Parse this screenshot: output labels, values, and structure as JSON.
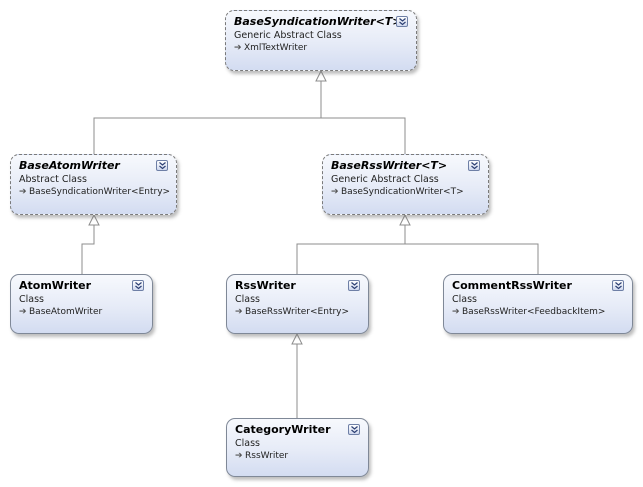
{
  "classes": [
    {
      "id": "base",
      "name": "BaseSyndicationWriter<T>",
      "kind": "Generic Abstract Class",
      "base": "XmlTextWriter",
      "abstract": true,
      "expand_icon": "double-chevron-down-icon"
    },
    {
      "id": "atom_base",
      "name": "BaseAtomWriter",
      "kind": "Abstract Class",
      "base": "BaseSyndicationWriter<Entry>",
      "abstract": true,
      "expand_icon": "double-chevron-down-icon"
    },
    {
      "id": "rss_base",
      "name": "BaseRssWriter<T>",
      "kind": "Generic Abstract Class",
      "base": "BaseSyndicationWriter<T>",
      "abstract": true,
      "expand_icon": "double-chevron-down-icon"
    },
    {
      "id": "atom",
      "name": "AtomWriter",
      "kind": "Class",
      "base": "BaseAtomWriter",
      "abstract": false,
      "expand_icon": "double-chevron-down-icon"
    },
    {
      "id": "rss",
      "name": "RssWriter",
      "kind": "Class",
      "base": "BaseRssWriter<Entry>",
      "abstract": false,
      "expand_icon": "double-chevron-down-icon"
    },
    {
      "id": "comment_rss",
      "name": "CommentRssWriter",
      "kind": "Class",
      "base": "BaseRssWriter<FeedbackItem>",
      "abstract": false,
      "expand_icon": "double-chevron-down-icon"
    },
    {
      "id": "category",
      "name": "CategoryWriter",
      "kind": "Class",
      "base": "RssWriter",
      "abstract": false,
      "expand_icon": "double-chevron-down-icon"
    }
  ],
  "inheritance": [
    {
      "child": "atom_base",
      "parent": "base"
    },
    {
      "child": "rss_base",
      "parent": "base"
    },
    {
      "child": "atom",
      "parent": "atom_base"
    },
    {
      "child": "rss",
      "parent": "rss_base"
    },
    {
      "child": "comment_rss",
      "parent": "rss_base"
    },
    {
      "child": "category",
      "parent": "rss"
    }
  ],
  "colors": {
    "line": "#8c8c8c",
    "abstract_border": "#7a7a7a",
    "concrete_border": "#7f8897",
    "shape_top": "#f7f9fd",
    "shape_bottom": "#d3dcf1"
  }
}
